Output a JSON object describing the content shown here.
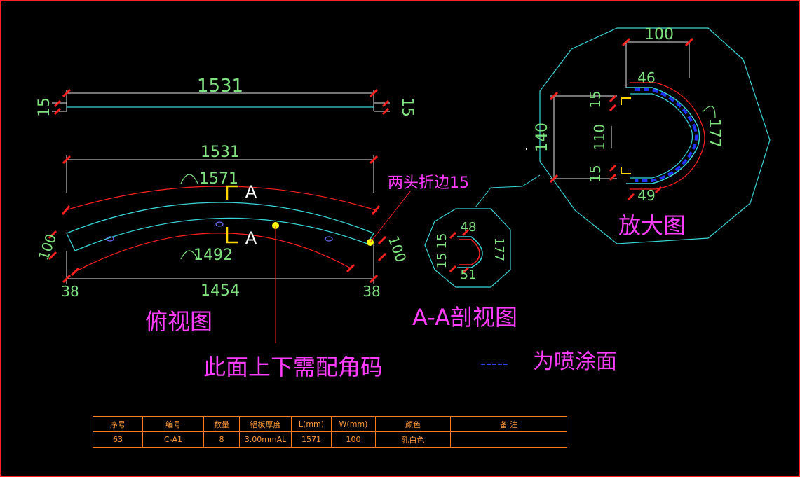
{
  "drawing": {
    "top_strip": {
      "length": "1531",
      "left_fold": "15",
      "right_fold": "15"
    },
    "top_view": {
      "overall_length": "1531",
      "outer_arc": "1571",
      "inner_arc": "1492",
      "bottom_length": "1454",
      "left_offset": "38",
      "right_offset": "38",
      "left_width": "100",
      "right_width": "100",
      "section_mark_top": "A",
      "section_mark_bottom": "A",
      "note_fold": "两头折边15",
      "note_corner": "此面上下需配角码",
      "title": "俯视图"
    },
    "section": {
      "dims": [
        "15",
        "15",
        "48",
        "177",
        "51"
      ],
      "title": "A-A剖视图"
    },
    "enlarged": {
      "width_top": "100",
      "dim_46": "46",
      "dim_15_top": "15",
      "dim_110": "110",
      "dim_15_bottom": "15",
      "dim_140": "140",
      "dim_177": "177",
      "dim_49": "49",
      "title": "放大图"
    },
    "legend": {
      "dash": "-----",
      "label": "为喷涂面"
    },
    "colors": {
      "background": "#000000",
      "dimension": "#7fe37f",
      "annotation": "#ff3cff",
      "outline": "#3ad6d6",
      "border": "#ff2020",
      "paint_face": "#2030ff"
    }
  },
  "bom": {
    "headers": [
      "序号",
      "编号",
      "数量",
      "铝板厚度",
      "L(mm)",
      "W(mm)",
      "颜色",
      "备 注"
    ],
    "row": [
      "63",
      "C-A1",
      "8",
      "3.00mmAL",
      "1571",
      "100",
      "乳白色",
      ""
    ]
  }
}
